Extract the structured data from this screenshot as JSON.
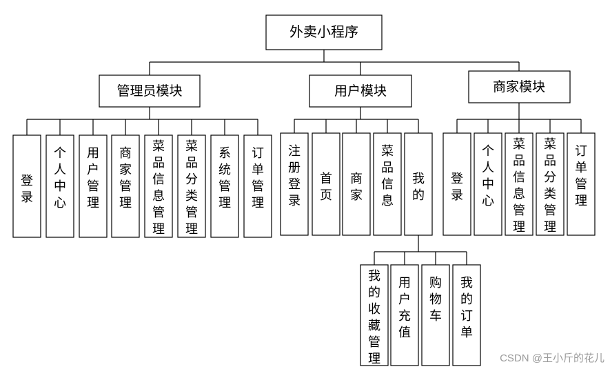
{
  "root": {
    "label": "外卖小程序"
  },
  "modules": [
    {
      "label": "管理员模块",
      "children": [
        "登录",
        "个人中心",
        "用户管理",
        "商家管理",
        "菜品信息管理",
        "菜品分类管理",
        "系统管理",
        "订单管理"
      ]
    },
    {
      "label": "用户模块",
      "children": [
        "注册登录",
        "首页",
        "商家",
        "菜品信息",
        "我的"
      ]
    },
    {
      "label": "商家模块",
      "children": [
        "登录",
        "个人中心",
        "菜品信息管理",
        "菜品分类管理",
        "订单管理"
      ]
    }
  ],
  "sub_children": [
    "我的收藏管理",
    "用户充值",
    "购物车",
    "我的订单"
  ],
  "watermark": "CSDN @王小斤的花儿"
}
